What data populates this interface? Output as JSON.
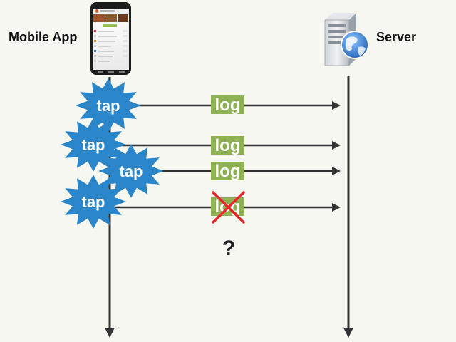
{
  "actors": {
    "app": {
      "label": "Mobile App"
    },
    "server": {
      "label": "Server"
    }
  },
  "events": [
    {
      "tap_label": "tap",
      "log_label": "log",
      "delivered": true
    },
    {
      "tap_label": "tap",
      "log_label": "log",
      "delivered": true
    },
    {
      "tap_label": "tap",
      "log_label": "log",
      "delivered": true
    },
    {
      "tap_label": "tap",
      "log_label": "log",
      "delivered": false
    }
  ],
  "unknown_marker": "?",
  "colors": {
    "tap_fill": "#2a86c8",
    "log_fill": "#8db153",
    "arrow": "#333333",
    "cross": "#e8262a",
    "background": "#f7f7f2"
  },
  "icons": {
    "app": "smartphone-icon",
    "server": "server-globe-icon"
  }
}
